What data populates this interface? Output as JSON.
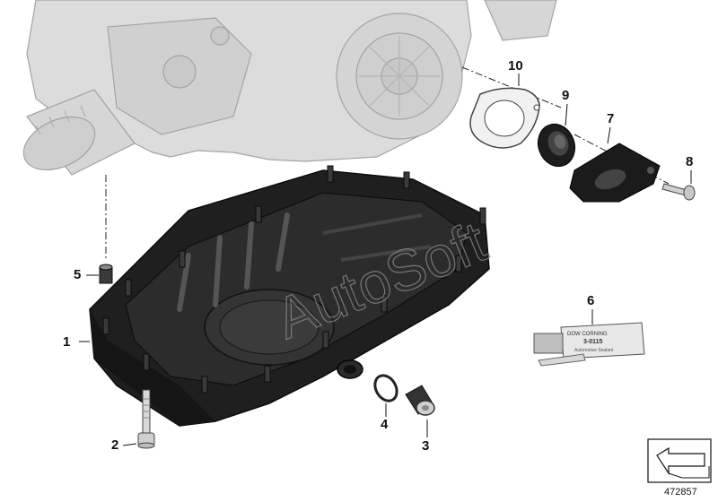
{
  "callouts": {
    "c1": "1",
    "c2": "2",
    "c3": "3",
    "c4": "4",
    "c5": "5",
    "c6": "6",
    "c7": "7",
    "c8": "8",
    "c9": "9",
    "c10": "10"
  },
  "sealant": {
    "brand": "DOW CORNING",
    "product": "3-0115",
    "note": "Automotive Sealant"
  },
  "reference_number": "472857",
  "watermark": "AutoSoft",
  "colors": {
    "engine_fill": "#d8d8d8",
    "engine_line": "#9a9a9a",
    "part_dark": "#1f1f1f",
    "label": "#111111"
  }
}
